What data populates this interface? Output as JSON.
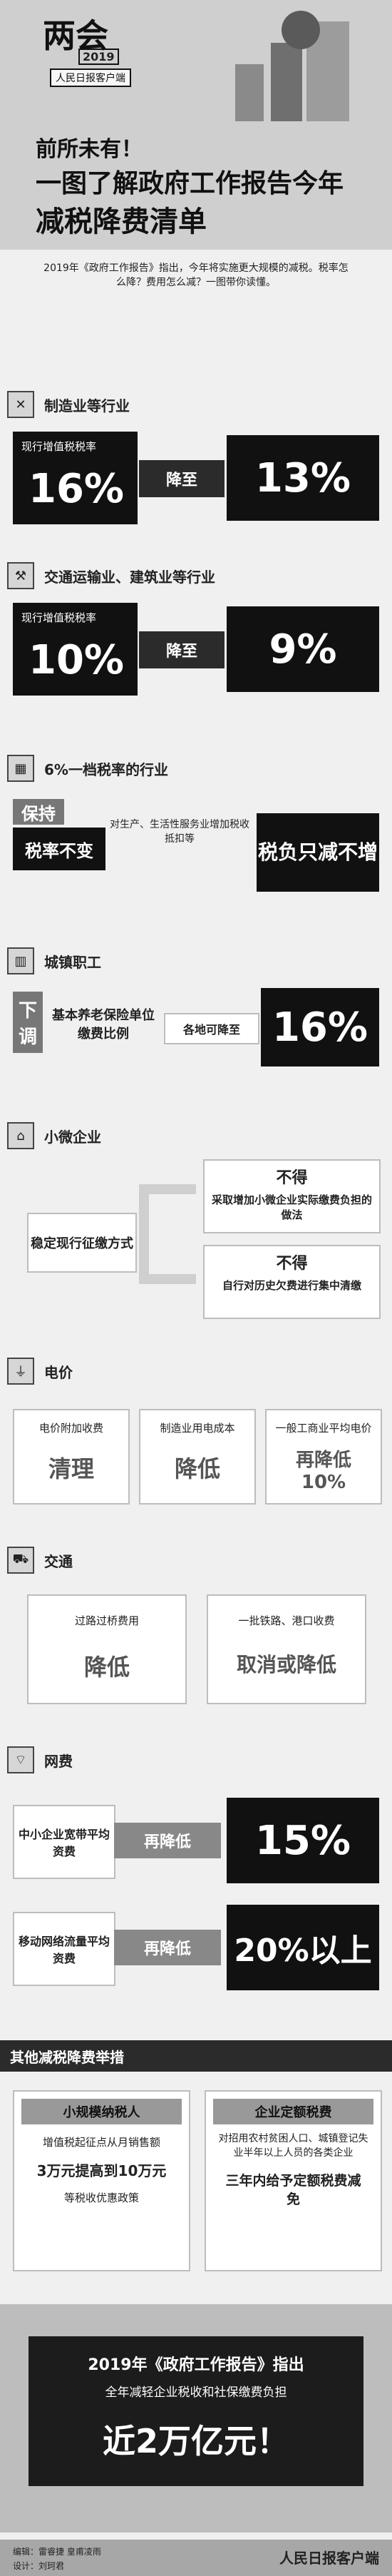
{
  "header": {
    "brand": "两会",
    "year": "2019",
    "app": "人民日报客户端",
    "title1": "前所未有！",
    "title2": "一图了解政府工作报告今年",
    "title3": "减税降费清单"
  },
  "intro": "2019年《政府工作报告》指出，今年将实施更大规模的减税。税率怎么降？费用怎么减？一图带你读懂。",
  "s1": {
    "label": "制造业等行业",
    "cur": "现行增值税税率",
    "a": "16%",
    "arrow": "降至",
    "b": "13%"
  },
  "s2": {
    "label": "交通运输业、建筑业等行业",
    "cur": "现行增值税税率",
    "a": "10%",
    "arrow": "降至",
    "b": "9%"
  },
  "s3": {
    "label": "6%一档税率的行业",
    "tag": "保持",
    "keep": "税率不变",
    "mid": "对生产、生活性服务业增加税收抵扣等",
    "res": "税负只减不增"
  },
  "s4": {
    "label": "城镇职工",
    "tag": "下调",
    "txt": "基本养老保险单位缴费比例",
    "arrow": "各地可降至",
    "val": "16%"
  },
  "s5": {
    "label": "小微企业",
    "left": "稳定现行征缴方式",
    "r1h": "不得",
    "r1": "采取增加小微企业实际缴费负担的做法",
    "r2h": "不得",
    "r2": "自行对历史欠费进行集中清缴"
  },
  "s6": {
    "label": "电价",
    "c1": "电价附加收费",
    "v1": "清理",
    "c2": "制造业用电成本",
    "v2": "降低",
    "c3": "一般工商业平均电价",
    "v3": "再降低10%"
  },
  "s7": {
    "label": "交通",
    "c1": "过路过桥费用",
    "v1": "降低",
    "c2": "一批铁路、港口收费",
    "v2": "取消或降低"
  },
  "s8": {
    "label": "网费",
    "c1": "中小企业宽带平均资费",
    "ar1": "再降低",
    "v1": "15%",
    "c2": "移动网络流量平均资费",
    "ar2": "再降低",
    "v2": "20%以上"
  },
  "s9": {
    "label": "其他减税降费举措",
    "h1": "小规模纳税人",
    "a1": "增值税起征点从月销售额",
    "b1": "3万元提高到10万元",
    "c1": "等税收优惠政策",
    "h2": "企业定额税费",
    "a2": "对招用农村贫困人口、城镇登记失业半年以上人员的各类企业",
    "b2": "三年内给予定额税费减免"
  },
  "summary": {
    "l1": "2019年《政府工作报告》指出",
    "l2": "全年减轻企业税收和社保缴费负担",
    "l3": "近2万亿元！"
  },
  "footer": {
    "editor": "编辑：雷睿捷 皇甫凌雨",
    "design": "设计：刘珂君",
    "logo": "人民日报客户端"
  }
}
